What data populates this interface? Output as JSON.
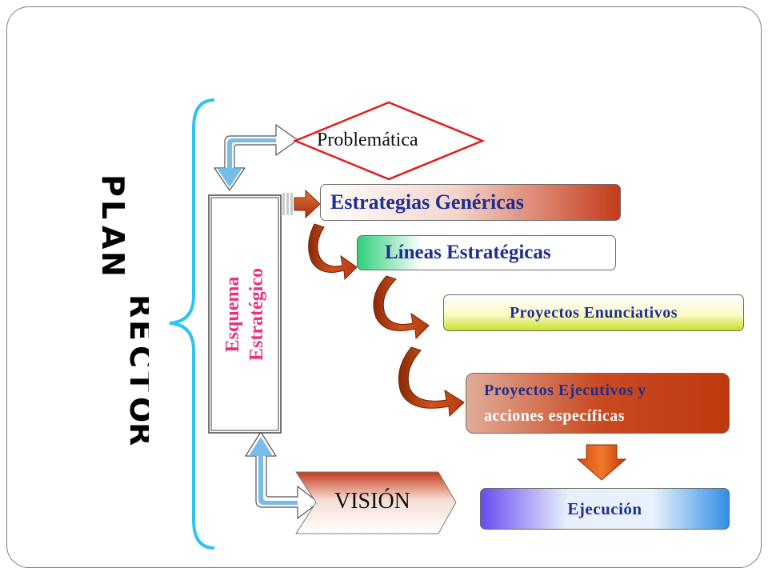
{
  "title": {
    "text": "PLAN RECTOR",
    "letters": [
      "P",
      "L",
      "A",
      "N",
      "",
      "R",
      "E",
      "C",
      "T",
      "O",
      "R"
    ]
  },
  "schema": {
    "line1": "Esquema",
    "line2": "Estratégico"
  },
  "problem": {
    "label": "Problemática"
  },
  "vision": {
    "label": "VISIÓN"
  },
  "steps": {
    "estrategias": "Estrategias Genéricas",
    "lineas": "Líneas Estratégicas",
    "enunciativos": "Proyectos Enunciativos",
    "ejecutivos_1": "Proyectos Ejecutivos y",
    "ejecutivos_2": "acciones específicas",
    "ejecucion": "Ejecución"
  },
  "colors": {
    "brace": "#2ec4f0",
    "diamond": "#e01b1b",
    "schema_text": "#e8307e",
    "step_text": "#1f2f8f",
    "curved_arrow": "#c64a16",
    "double_arrow_fill": "#5fb0e8",
    "title_fill": "#000000"
  }
}
